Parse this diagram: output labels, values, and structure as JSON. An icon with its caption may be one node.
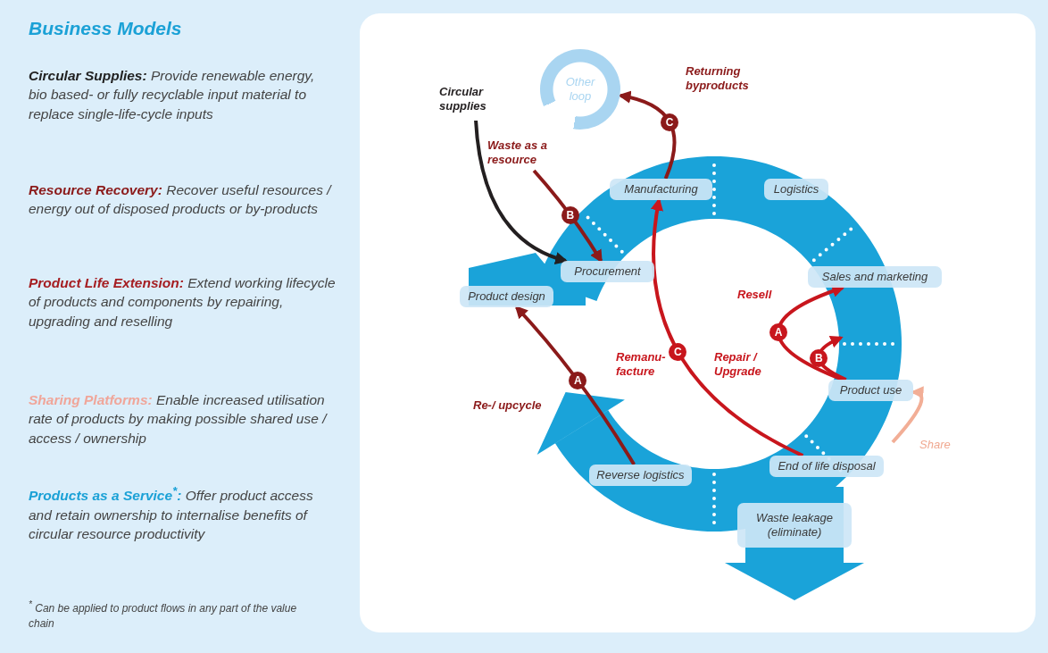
{
  "diagram": {
    "title": "Business Models",
    "nodes": [
      {
        "text": [
          "Other loop"
        ]
      },
      {
        "text": [
          "Circular supplies"
        ]
      },
      {
        "text": [
          "Waste as a resource"
        ]
      },
      {
        "text": [
          "Manufacturing"
        ]
      },
      {
        "text": [
          "Logistics"
        ]
      },
      {
        "text": [
          "Procurement"
        ]
      },
      {
        "text": [
          "Product design"
        ]
      },
      {
        "text": [
          "Sales and marketing"
        ]
      },
      {
        "text": [
          "Product use"
        ]
      },
      {
        "text": [
          "Reverse logistics"
        ]
      },
      {
        "text": [
          "End of life disposal"
        ]
      },
      {
        "text": [
          "Waste leakage (eliminate)"
        ]
      }
    ],
    "edges": [
      {
        "from": 1,
        "to": 5,
        "arrow": "to",
        "color": "#231f20"
      },
      {
        "from": 2,
        "to": 5,
        "arrow": "to",
        "label": "B",
        "color": "#8b1a1a"
      },
      {
        "from": 3,
        "to": 0,
        "arrow": "to",
        "label": "C",
        "color": "#8b1a1a"
      },
      {
        "from": 9,
        "to": 6,
        "arrow": "to",
        "label": "A",
        "color": "#8b1a1a"
      },
      {
        "from": 10,
        "to": 3,
        "arrow": "to",
        "label": "C"
      },
      {
        "from": 8,
        "to": 7,
        "arrow": "to",
        "label": "A"
      },
      {
        "from": 8,
        "to": null,
        "arrow": "to",
        "label": "B"
      },
      {
        "from": null,
        "to": 8,
        "arrow": "to",
        "color": "#f2ae96"
      }
    ],
    "labels": [
      "**Circular Supplies:** Provide renewable energy, bio based- or fully recyclable input material to replace single-life-cycle inputs",
      "**Resource Recovery:** Recover useful resources / energy out of disposed products or by-products",
      "**Product Life Extension:** Extend working lifecycle of products and components by repairing, upgrading and reselling",
      "**Sharing Platforms:** Enable increased utilisation rate of products by making possible shared use / access / ownership",
      "**Products as a Service$^{*}$:** Offer product access and retain ownership to internalise benefits of circular resource productivity",
      "$^{*}$ Can be applied to product flows in any part of the value chain",
      "Returning byproducts",
      "Re-/ upcycle",
      "Remanu-facture",
      "Resell",
      "Repair / Upgrade",
      "Share"
    ]
  }
}
